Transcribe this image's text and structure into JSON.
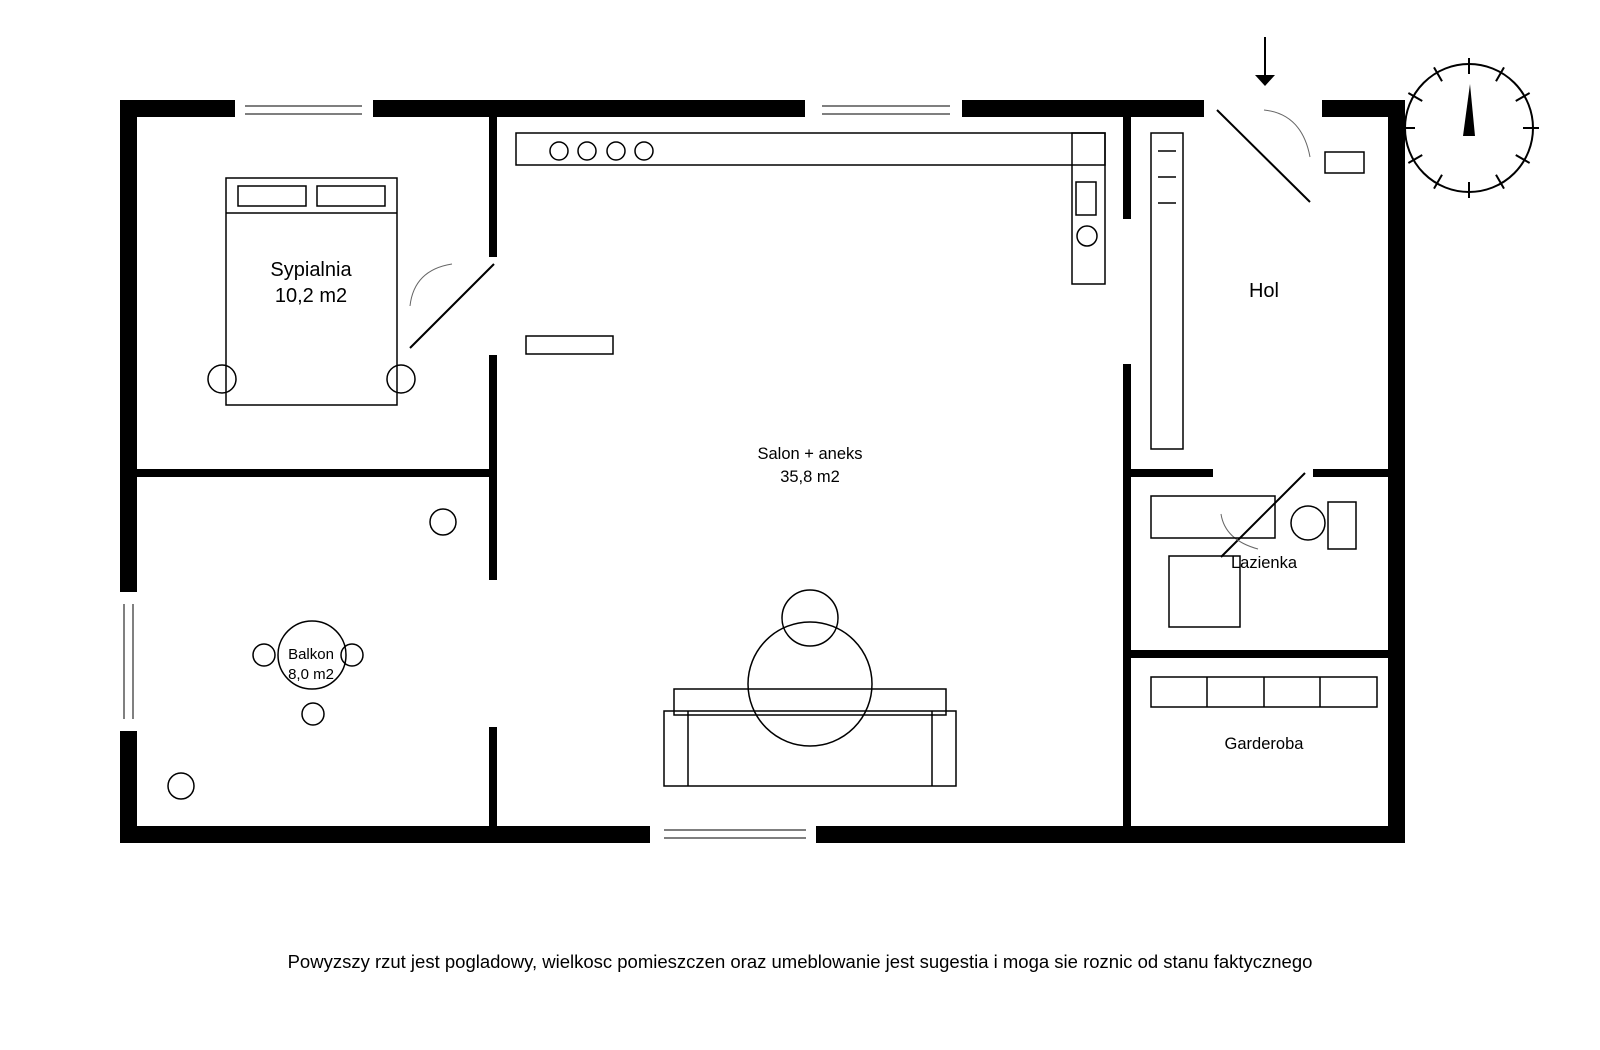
{
  "rooms": {
    "sypialnia": {
      "name": "Sypialnia",
      "area": "10,2 m2"
    },
    "salon": {
      "name": "Salon + aneks",
      "area": "35,8 m2"
    },
    "balkon": {
      "name": "Balkon",
      "area": "8,0 m2"
    },
    "hol": {
      "name": "Hol"
    },
    "lazienka": {
      "name": "Lazienka"
    },
    "garderoba": {
      "name": "Garderoba"
    }
  },
  "disclaimer": "Powyzszy rzut jest pogladowy, wielkosc pomieszczen oraz umeblowanie jest sugestia i moga sie roznic od stanu faktycznego",
  "icons": {
    "compass": "compass-icon",
    "entrance": "entrance-arrow-icon"
  }
}
